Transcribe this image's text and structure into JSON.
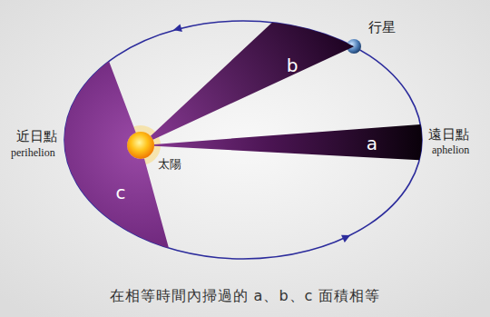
{
  "diagram": {
    "caption": "在相等時間內掃過的 a、b、c 面積相等",
    "nodes": [
      {
        "text": [
          "a"
        ]
      },
      {
        "text": [
          "b"
        ]
      },
      {
        "text": [
          "c"
        ]
      }
    ],
    "labels": [
      "行星",
      "近日點",
      "perihelion",
      "太陽",
      "遠日點",
      "aphelion"
    ]
  }
}
